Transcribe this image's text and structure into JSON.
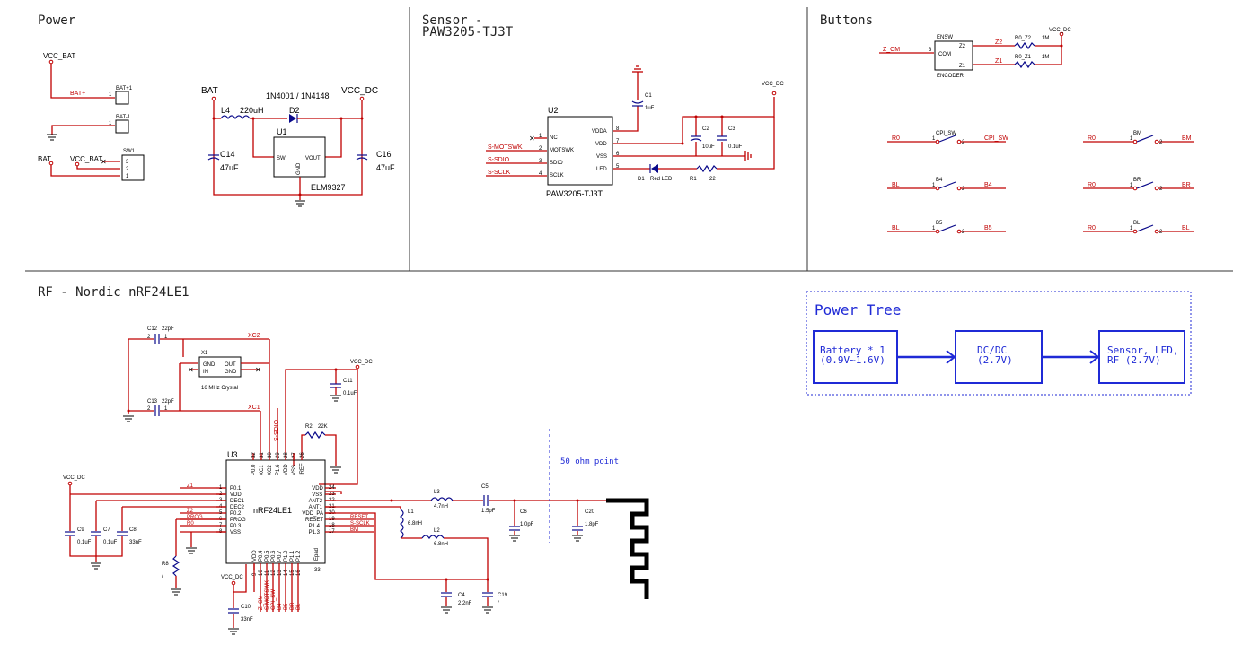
{
  "sections": {
    "power": "Power",
    "sensor_line1": "Sensor -",
    "sensor_line2": "PAW3205-TJ3T",
    "buttons": "Buttons",
    "rf": "RF - Nordic nRF24LE1"
  },
  "power": {
    "vcc_bat": "VCC_BAT",
    "bat_plus_net": "BAT+",
    "bat_plus1": "BAT+1",
    "bat_minus1": "BAT-1",
    "pin1": "1",
    "bat_label": "BAT",
    "vcc_bat2": "VCC_BAT",
    "sw1": "SW1",
    "sw_pins": [
      "3",
      "2",
      "1"
    ],
    "bat_big": "BAT",
    "diode_part": "1N4001 / 1N4148",
    "vcc_dc": "VCC_DC",
    "l4": "L4",
    "l4_val": "220uH",
    "d2": "D2",
    "u1": "U1",
    "sw_pin": "SW",
    "vout_pin": "VOUT",
    "gnd_pin": "GND",
    "u1_part": "ELM9327",
    "c14": "C14",
    "c14_val": "47uF",
    "c16": "C16",
    "c16_val": "47uF"
  },
  "sensor": {
    "u2": "U2",
    "pins_left": [
      "NC",
      "MOTSWK",
      "SDIO",
      "SCLK"
    ],
    "pin_nums_left": [
      "1",
      "2",
      "3",
      "4"
    ],
    "pins_right": [
      "VDDA",
      "VDD",
      "VSS",
      "LED"
    ],
    "pin_nums_right": [
      "8",
      "7",
      "6",
      "5"
    ],
    "part": "PAW3205-TJ3T",
    "net_motswk": "S-MOTSWK",
    "net_sdio": "S-SDIO",
    "net_sclk": "S-SCLK",
    "c1": "C1",
    "c1_val": "1uF",
    "c2": "C2",
    "c2_val": "10uF",
    "c3": "C3",
    "c3_val": "0.1uF",
    "vcc_dc": "VCC_DC",
    "d1": "D1",
    "d1_val": "Red LED",
    "r1": "R1",
    "r1_val": "22"
  },
  "buttons": {
    "z_cm": "Z_CM",
    "pin3": "3",
    "ensw": "ENSW",
    "com": "COM",
    "z2_pin": "Z2",
    "z1_pin": "Z1",
    "encoder": "ENCODER",
    "z2_net": "Z2",
    "z1_net": "Z1",
    "r0_z2": "R0_Z2",
    "r0_z1": "R0_Z1",
    "r_val": "1M",
    "vcc_dc": "VCC_DC",
    "rows": [
      {
        "left": "R0",
        "name": "CPI_SW",
        "right": "CPI_SW",
        "left2": "R0",
        "name2": "BM",
        "right2": "BM"
      },
      {
        "left": "BL",
        "name": "B4",
        "right": "B4",
        "left2": "R0",
        "name2": "BR",
        "right2": "BR"
      },
      {
        "left": "BL",
        "name": "B5",
        "right": "B5",
        "left2": "R0",
        "name2": "BL",
        "right2": "BL"
      }
    ],
    "sw_pin1": "1",
    "sw_pin2": "2"
  },
  "rf": {
    "c12": "C12",
    "c12_val": "22pF",
    "c13": "C13",
    "c13_val": "22pF",
    "x1": "X1",
    "xtal": "16 MHz Crystal",
    "xtal_pins": [
      "GND",
      "OUT",
      "IN",
      "GND"
    ],
    "xc2": "XC2",
    "xc1": "XC1",
    "vcc_dc": "VCC_DC",
    "c11": "C11",
    "c11_val": "0.1uF",
    "r2": "R2",
    "r2_val": "22K",
    "s_sdio": "S-SDIO",
    "u3": "U3",
    "u3_part": "nRF24LE1",
    "top_pins": [
      "P0.0",
      "XC1",
      "XC2",
      "P1.6",
      "VDD",
      "VSS",
      "IREF"
    ],
    "top_nums": [
      "32",
      "31",
      "30",
      "29",
      "28",
      "27",
      "26"
    ],
    "left_pins": [
      "P0.1",
      "VDD",
      "DEC1",
      "DEC2",
      "P0.2",
      "PROG",
      "P0.3",
      "VSS"
    ],
    "left_nums": [
      "1",
      "2",
      "3",
      "4",
      "5",
      "6",
      "7",
      "8"
    ],
    "left_nets": [
      "Z1",
      "",
      "",
      "",
      "Z2",
      "PROG",
      "R0",
      ""
    ],
    "right_pins": [
      "VDD",
      "VSS",
      "ANT2",
      "ANT1",
      "VDD_PA",
      "RESET",
      "P1.4",
      "P1.3"
    ],
    "right_nums": [
      "24",
      "23",
      "22",
      "21",
      "20",
      "19",
      "18",
      "17"
    ],
    "right_nets": [
      "",
      "",
      "",
      "",
      "",
      "RESET",
      "S-SCLK",
      "BM"
    ],
    "bottom_pins": [
      "VDD",
      "P0.4",
      "P0.5",
      "P0.6",
      "P0.7",
      "P1.0",
      "P1.1",
      "P1.2"
    ],
    "bottom_nums": [
      "9",
      "10",
      "11",
      "12",
      "13",
      "14",
      "15",
      "16"
    ],
    "epad": "Epad",
    "epad_num": "33",
    "bottom_nets": [
      "Z_CM",
      "S-MOTSWK",
      "CPI_SW",
      "B4",
      "B5",
      "BR",
      "BL"
    ],
    "vcc_dc_left": "VCC_DC",
    "c9": "C9",
    "c9_val": "0.1uF",
    "c7": "C7",
    "c7_val": "0.1uF",
    "c8": "C8",
    "c8_val": "33nF",
    "r8": "R8",
    "r8_val": "/",
    "vcc_dc_bot": "VCC_DC",
    "c10": "C10",
    "c10_val": "33nF",
    "l3": "L3",
    "l3_val": "4.7nH",
    "l1": "L1",
    "l1_val": "6.8nH",
    "l2": "L2",
    "l2_val": "6.8nH",
    "c5": "C5",
    "c5_val": "1.5pF",
    "c6": "C6",
    "c6_val": "1.0pF",
    "c20": "C20",
    "c20_val": "1.8pF",
    "c4": "C4",
    "c4_val": "2.2nF",
    "c19": "C19",
    "c19_val": "/",
    "ohm_point": "50 ohm point"
  },
  "power_tree": {
    "title": "Power Tree",
    "battery_l1": "Battery * 1",
    "battery_l2": "(0.9V~1.6V)",
    "dcdc_l1": "DC/DC",
    "dcdc_l2": "(2.7V)",
    "sensor_l1": "Sensor, LED,",
    "sensor_l2": "RF (2.7V)"
  }
}
